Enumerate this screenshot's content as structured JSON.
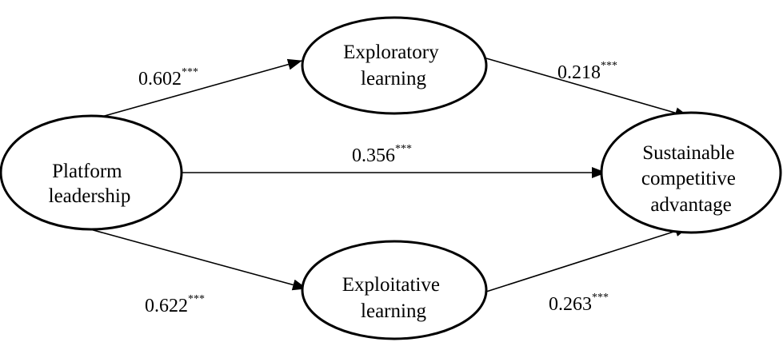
{
  "nodes": {
    "platform": {
      "lines": [
        "Platform",
        "leadership"
      ]
    },
    "exploratory": {
      "lines": [
        "Exploratory",
        "learning"
      ]
    },
    "exploitative": {
      "lines": [
        "Exploitative",
        "learning"
      ]
    },
    "sustainable": {
      "lines": [
        "Sustainable",
        "competitive",
        "advantage"
      ]
    }
  },
  "edges": {
    "platform_exploratory": {
      "coef": "0.602",
      "sig": "***"
    },
    "platform_sustainable": {
      "coef": "0.356",
      "sig": "***"
    },
    "platform_exploitative": {
      "coef": "0.622",
      "sig": "***"
    },
    "exploratory_sustainable": {
      "coef": "0.218",
      "sig": "***"
    },
    "exploitative_sustainable": {
      "coef": "0.263",
      "sig": "***"
    }
  },
  "colors": {
    "stroke": "#000000",
    "background": "#ffffff"
  }
}
